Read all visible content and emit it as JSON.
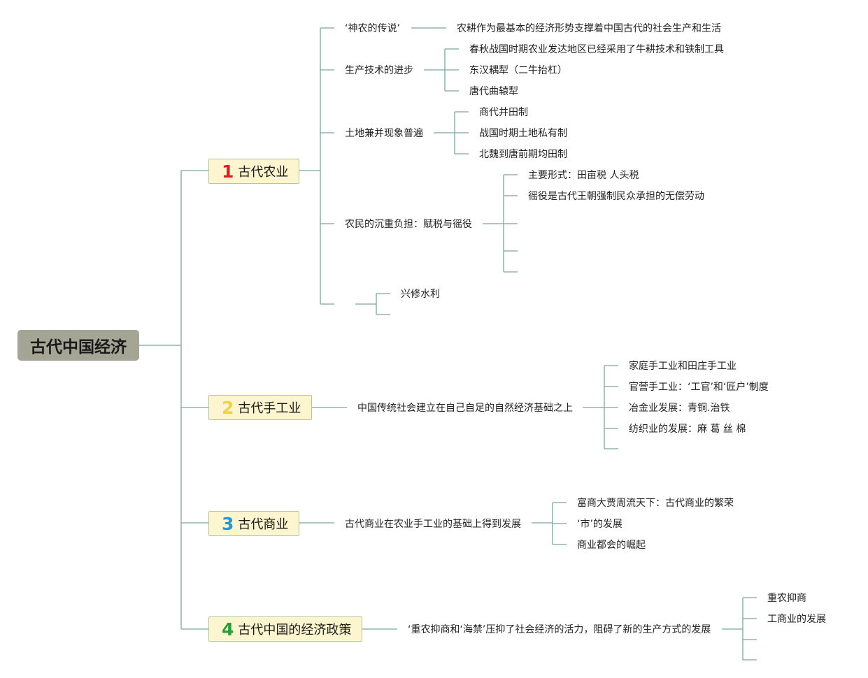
{
  "root": {
    "title": "古代中国经济"
  },
  "colors": {
    "line": "#7fa59a",
    "root_bg": "#a5a596",
    "main_bg": "#fdf5cf",
    "main_border": "#b3c79a",
    "num1": "#d91f26",
    "num2": "#f4cf4a",
    "num3": "#2796d6",
    "num4": "#2a9b3b"
  },
  "branches": [
    {
      "number": "1",
      "title": "古代农业",
      "children": [
        {
          "label": "‘神农的传说’",
          "sub": [
            "农耕作为最基本的经济形势支撑着中国古代的社会生产和生活"
          ]
        },
        {
          "label": "生产技术的进步",
          "sub": [
            "春秋战国时期农业发达地区已经采用了牛耕技术和铁制工具",
            "东汉耦犁（二牛抬杠）",
            "唐代曲辕犁"
          ]
        },
        {
          "label": "土地兼并现象普遍",
          "sub": [
            "商代井田制",
            "战国时期土地私有制",
            "北魏到唐前期均田制"
          ]
        },
        {
          "label": "农民的沉重负担：赋税与徭役",
          "sub": [
            "主要形式：田亩税 人头税",
            "徭役是古代王朝强制民众承担的无偿劳动"
          ]
        },
        {
          "label": "",
          "sub": [
            "兴修水利"
          ]
        }
      ]
    },
    {
      "number": "2",
      "title": "古代手工业",
      "children": [
        {
          "label": "中国传统社会建立在自己自足的自然经济基础之上",
          "sub": [
            "家庭手工业和田庄手工业",
            "官营手工业：‘工官’和‘匠户’制度",
            "冶金业发展：青铜.治铁",
            "纺织业的发展：麻 葛 丝 棉"
          ]
        }
      ]
    },
    {
      "number": "3",
      "title": "古代商业",
      "children": [
        {
          "label": "古代商业在农业手工业的基础上得到发展",
          "sub": [
            "富商大贾周流天下：古代商业的繁荣",
            "‘市’的发展",
            "商业都会的崛起"
          ]
        }
      ]
    },
    {
      "number": "4",
      "title": "古代中国的经济政策",
      "children": [
        {
          "label": "‘重农抑商和‘海禁’压抑了社会经济的活力，阻碍了新的生产方式的发展",
          "sub": [
            "重农抑商",
            "工商业的发展"
          ]
        }
      ]
    }
  ]
}
